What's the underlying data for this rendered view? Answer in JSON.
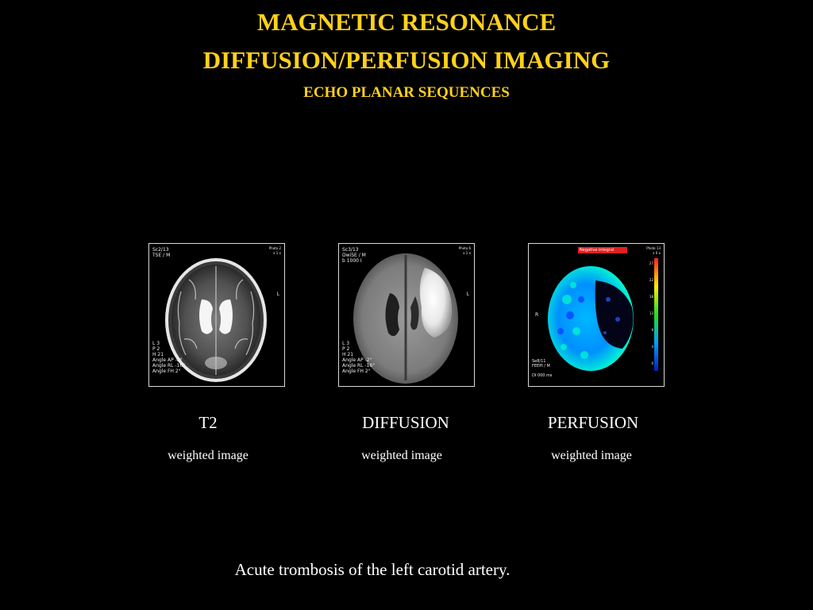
{
  "slide": {
    "title_line1": "MAGNETIC RESONANCE",
    "title_line2": "DIFFUSION/PERFUSION IMAGING",
    "subtitle": "ECHO PLANAR SEQUENCES",
    "title_color": "#ffd11a",
    "background_color": "#000000",
    "footer": "Acute trombosis of the left carotid artery."
  },
  "panels": [
    {
      "id": "t2",
      "caption": "T2",
      "subcaption": "weighted image",
      "overlay": {
        "top_left": [
          "Sc2/13",
          "TSE / M"
        ],
        "bottom_left": [
          "L 3",
          "P 2",
          "H 21",
          "Angle AP -2°",
          "Angle RL -16°",
          "Angle FH 2°"
        ],
        "top_right": [
          "Photo 2",
          "x 1 x"
        ],
        "side_label": "L"
      }
    },
    {
      "id": "diffusion",
      "caption": "DIFFUSION",
      "subcaption": "weighted image",
      "overlay": {
        "top_left": [
          "Sc3/13",
          "DwiSE / M",
          "b 1000 I"
        ],
        "bottom_left": [
          "L 3",
          "P 2",
          "H 21",
          "Angle AP -2°",
          "Angle RL -16°",
          "Angle FH 2°"
        ],
        "top_right": [
          "Photo 6",
          "x 1 x"
        ],
        "side_label": "L"
      }
    },
    {
      "id": "perfusion",
      "caption": "PERFUSION",
      "subcaption": "weighted image",
      "overlay": {
        "header_label": "Negative integral",
        "top_right": [
          "Photo 13",
          "x 0 x"
        ],
        "bottom_left": [
          "Se8/11",
          "FEEPI / M",
          "",
          "DI 000 ms"
        ],
        "side_label": "R",
        "scale_ticks": [
          "27",
          "22",
          "18",
          "13",
          "9",
          "4",
          "0"
        ]
      }
    }
  ]
}
